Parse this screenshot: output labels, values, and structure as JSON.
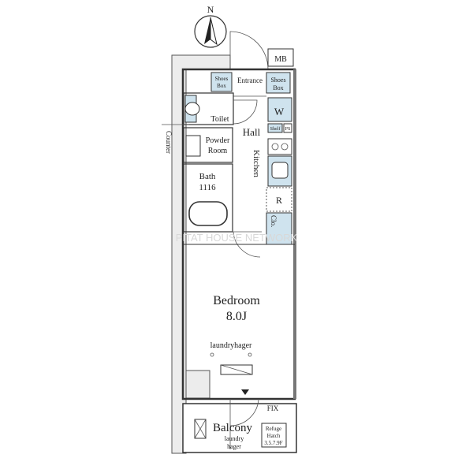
{
  "compass": {
    "north": "N"
  },
  "rooms": {
    "mb": "MB",
    "shoes_box_left": [
      "Shoes",
      "Box"
    ],
    "entrance": "Entrance",
    "shoes_box_right": [
      "Shoes",
      "Box"
    ],
    "toilet": "Toilet",
    "hall": "Hall",
    "w": "W",
    "shelf": "Shelf",
    "ps": "PS",
    "powder_room": [
      "Powder",
      "Room"
    ],
    "kitchen": "Kitchen",
    "bath": [
      "Bath",
      "1116"
    ],
    "refrigerator": "R",
    "closet": "Clo.",
    "counter": "Counter",
    "bedroom": [
      "Bedroom",
      "8.0J"
    ],
    "laundry_hanger": "laundryhager",
    "fix": "FIX",
    "balcony": "Balcony",
    "balcony_laundry": [
      "laundry",
      "hager"
    ],
    "refuge_hatch": [
      "Refuge",
      "Hatch",
      "3.5.7.9F"
    ]
  },
  "watermark": "PITAT HOUSE NETWORK"
}
